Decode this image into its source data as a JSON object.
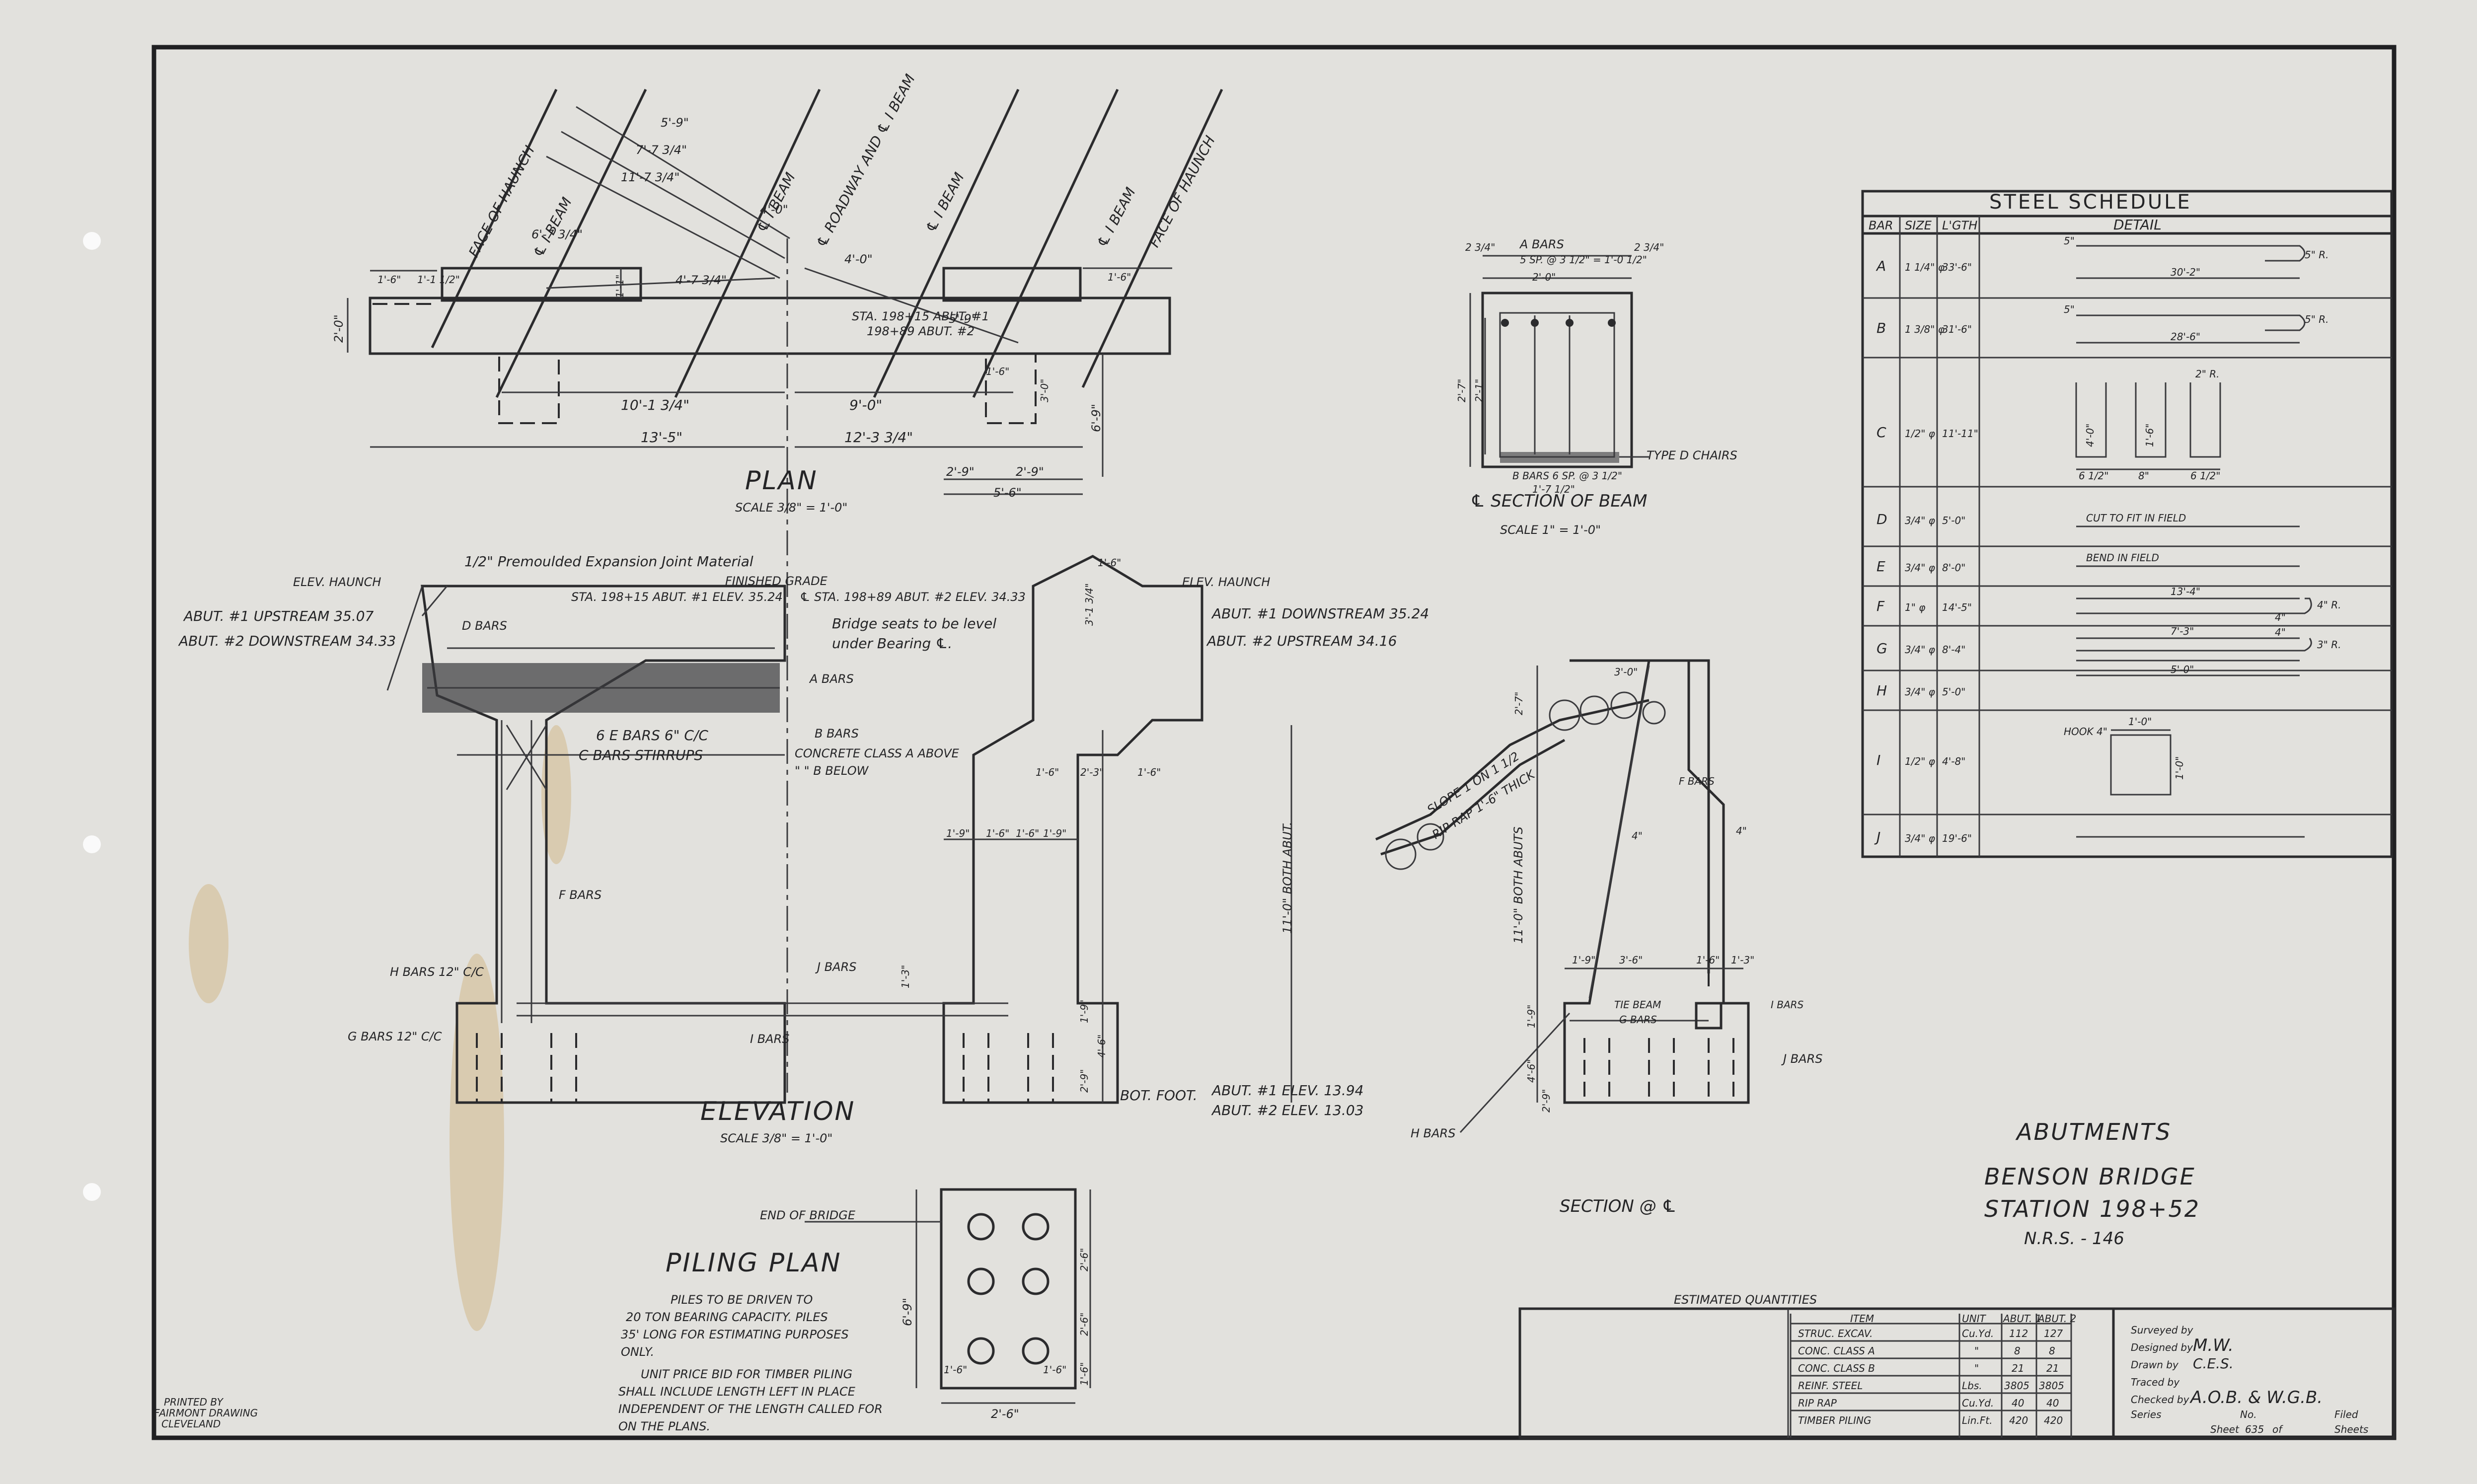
{
  "plan": {
    "title": "PLAN",
    "scale": "SCALE 3/8\" = 1'-0\"",
    "labels": [
      "FACE OF HAUNCH",
      "℄ I BEAM",
      "℄ I BEAM",
      "℄ ROADWAY AND ℄ I BEAM",
      "℄ I BEAM",
      "℄ I BEAM",
      "FACE OF HAUNCH",
      "STA. 198+15 ABUT. #1",
      "198+89 ABUT. #2"
    ],
    "dims": [
      "5'-9\"",
      "7'-7 3/4\"",
      "11'-7 3/4\"",
      "6'-7 3/4\"",
      "4'-7 3/4\"",
      "4'-0\"",
      "4'-0\"",
      "5'-9\"",
      "10'-1 3/4\"",
      "9'-0\"",
      "13'-5\"",
      "12'-3 3/4\"",
      "2'-9\"",
      "2'-9\"",
      "5'-6\"",
      "2'-0\"",
      "1'-6\"",
      "1'-1 1/2\"",
      "1'-6\"",
      "3'-0\"",
      "6'-9\"",
      "1'-6\"",
      "1'-1\""
    ]
  },
  "elevation": {
    "title": "ELEVATION",
    "scale": "SCALE 3/8\" = 1'-0\"",
    "expansion_joint": "1/2\" Premoulded Expansion Joint Material",
    "finished_grade": "FINISHED GRADE",
    "elev_haunch_left": "ELEV. HAUNCH",
    "elev_haunch_right": "ELEV. HAUNCH",
    "sta_abut1": "STA. 198+15 ABUT. #1 ELEV. 35.24",
    "sta_abut2": "℄ STA. 198+89 ABUT. #2 ELEV. 34.33",
    "abut1_upstream": "ABUT. #1 UPSTREAM 35.07",
    "abut2_downstream": "ABUT. #2 DOWNSTREAM 34.33",
    "abut1_downstream": "ABUT. #1 DOWNSTREAM 35.24",
    "abut2_upstream": "ABUT. #2 UPSTREAM 34.16",
    "bridge_seats": "Bridge seats to be level",
    "bridge_seats2": "under Bearing ℄.",
    "d_bars": "D BARS",
    "a_bars": "A BARS",
    "b_bars": "B BARS",
    "e_bars": "6 E BARS 6\" C/C",
    "c_bars": "C BARS STIRRUPS",
    "concrete_a": "CONCRETE CLASS A ABOVE",
    "concrete_b": "\" \" B BELOW",
    "f_bars": "F BARS",
    "h_bars": "H BARS 12\" C/C",
    "g_bars": "G BARS 12\" C/C",
    "j_bars": "J BARS",
    "i_bars": "I BARS",
    "both_abut": "11'-0\" BOTH ABUT.",
    "bot_foot": "BOT. FOOT.",
    "bot_foot_1": "ABUT. #1 ELEV. 13.94",
    "bot_foot_2": "ABUT. #2 ELEV. 13.03",
    "dims": [
      "1'-9\"",
      "1'-6\"",
      "1'-6\"",
      "1'-9\"",
      "1'-6\"",
      "2'-3\"",
      "1'-6\"",
      "3'-1 3/4\"",
      "1'-3\"",
      "1'-6\"",
      "1'-9\"",
      "4'-6\"",
      "2'-9\""
    ]
  },
  "piling_plan": {
    "title": "PILING PLAN",
    "end_of_bridge": "END OF BRIDGE",
    "notes": [
      "PILES TO BE DRIVEN TO",
      "20 TON BEARING CAPACITY. PILES",
      "35' LONG FOR ESTIMATING PURPOSES",
      "ONLY.",
      "UNIT PRICE BID FOR TIMBER PILING",
      "SHALL INCLUDE LENGTH LEFT IN PLACE",
      "INDEPENDENT OF THE LENGTH CALLED FOR",
      "ON THE PLANS."
    ],
    "dims": [
      "6'-9\"",
      "2'-6\"",
      "1'-6\"",
      "1'-6\"",
      "2'-6\"",
      "2'-6\"",
      "1'-6\""
    ]
  },
  "beam_section": {
    "title": "℄ SECTION OF BEAM",
    "scale": "SCALE 1\" = 1'-0\"",
    "a_bars": "A BARS",
    "a_spacing": "5 SP. @ 3 1/2\" = 1'-0 1/2\"",
    "b_bars": "B BARS 6 SP. @ 3 1/2\"",
    "b_len": "1'-7 1/2\"",
    "type_d": "TYPE D CHAIRS",
    "dims": [
      "2'-0\"",
      "2 3/4\"",
      "2 3/4\"",
      "2'-7\"",
      "2'-1\""
    ]
  },
  "section_cl": {
    "title": "SECTION @ ℄",
    "slope": "SLOPE 1 ON 1 1/2",
    "rip_rap": "RIP RAP 1'-6\" THICK",
    "both_abuts": "11'-0\" BOTH ABUTS",
    "f_bars": "F BARS",
    "tie_beam": "TIE BEAM",
    "g_bars": "G BARS",
    "i_bars": "I BARS",
    "j_bars": "J BARS",
    "h_bars": "H BARS",
    "dims": [
      "3'-0\"",
      "2'-7\"",
      "1'-9\"",
      "3'-6\"",
      "1'-6\"",
      "1'-3\"",
      "4\"",
      "4\"",
      "1'-9\"",
      "4'-6\"",
      "2'-9\""
    ]
  },
  "steel_schedule": {
    "title": "STEEL SCHEDULE",
    "headers": [
      "BAR",
      "SIZE",
      "L'GTH",
      "DETAIL"
    ],
    "rows": [
      {
        "bar": "A",
        "size": "1 1/4\" φ",
        "length": "33'-6\"",
        "detail": "30'-2\""
      },
      {
        "bar": "B",
        "size": "1 3/8\" φ",
        "length": "31'-6\"",
        "detail": "28'-6\""
      },
      {
        "bar": "C",
        "size": "1/2\" φ",
        "length": "11'-11\"",
        "detail": ""
      },
      {
        "bar": "D",
        "size": "3/4\" φ",
        "length": "5'-0\"",
        "detail": "CUT TO FIT IN FIELD"
      },
      {
        "bar": "E",
        "size": "3/4\" φ",
        "length": "8'-0\"",
        "detail": "BEND IN FIELD"
      },
      {
        "bar": "F",
        "size": "1\" φ",
        "length": "14'-5\"",
        "detail": "13'-4\""
      },
      {
        "bar": "G",
        "size": "3/4\" φ",
        "length": "8'-4\"",
        "detail": "7'-3\""
      },
      {
        "bar": "H",
        "size": "3/4\" φ",
        "length": "5'-0\"",
        "detail": "5'-0\""
      },
      {
        "bar": "I",
        "size": "1/2\" φ",
        "length": "4'-8\"",
        "detail": "1'-0\""
      },
      {
        "bar": "J",
        "size": "3/4\" φ",
        "length": "19'-6\"",
        "detail": ""
      }
    ],
    "annotations": [
      "5\"",
      "5\" R.",
      "5\"",
      "5\" R.",
      "2\" R.",
      "4'-0\"",
      "1'-6\"",
      "6 1/2\"",
      "8\"",
      "6 1/2\"",
      "4\" R.",
      "4\"",
      "4\"",
      "3\" R.",
      "HOOK 4\"",
      "1'-0\""
    ]
  },
  "title_block": {
    "title1": "ABUTMENTS",
    "title2": "BENSON BRIDGE",
    "title3": "STATION 198+52",
    "title4": "N.R.S. - 146",
    "surveyed": "Surveyed by",
    "designed": "Designed by",
    "designed_val": "M.W.",
    "drawn": "Drawn by",
    "drawn_val": "C.E.S.",
    "traced": "Traced by",
    "checked": "Checked by",
    "checked_val": "A.O.B. & W.G.B.",
    "series": "Series",
    "no": "No.",
    "filed": "Filed",
    "sheet": "Sheet",
    "of": "of",
    "sheets": "Sheets",
    "sheet_no": "635"
  },
  "quantities": {
    "title": "ESTIMATED QUANTITIES",
    "headers": [
      "ITEM",
      "UNIT",
      "ABUT. 1",
      "ABUT. 2"
    ],
    "rows": [
      {
        "item": "STRUC. EXCAV.",
        "unit": "Cu.Yd.",
        "a1": "112",
        "a2": "127"
      },
      {
        "item": "CONC. CLASS A",
        "unit": "\"",
        "a1": "8",
        "a2": "8"
      },
      {
        "item": "CONC. CLASS B",
        "unit": "\"",
        "a1": "21",
        "a2": "21"
      },
      {
        "item": "REINF. STEEL",
        "unit": "Lbs.",
        "a1": "3805",
        "a2": "3805"
      },
      {
        "item": "RIP RAP",
        "unit": "Cu.Yd.",
        "a1": "40",
        "a2": "40"
      },
      {
        "item": "TIMBER PILING",
        "unit": "Lin.Ft.",
        "a1": "420",
        "a2": "420"
      }
    ]
  },
  "corner_stamp": [
    "PRINTED BY",
    "FAIRMONT DRAWING",
    "CLEVELAND"
  ]
}
